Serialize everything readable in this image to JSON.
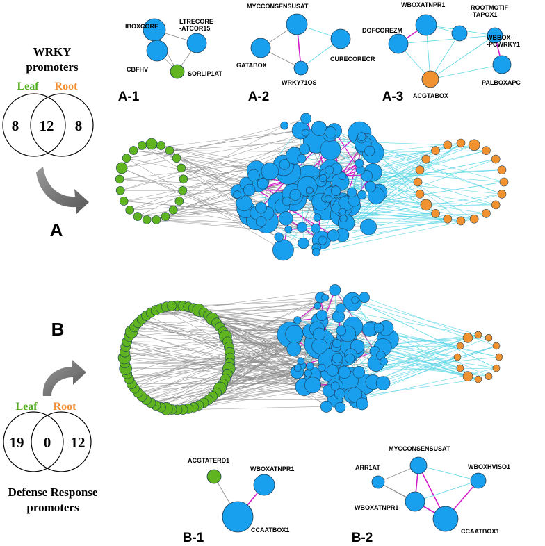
{
  "colors": {
    "leaf": "#5fb41f",
    "root": "#f0922f",
    "shared": "#18a0ef",
    "edge_gray": "#8c8c8c",
    "edge_cyan": "#5ad6e6",
    "edge_magenta": "#d21ac8",
    "leaf_text": "#4fae1d",
    "root_text": "#f28c2e"
  },
  "venn_wrky": {
    "title_line1": "WRKY",
    "title_line2": "promoters",
    "leaf_label": "Leaf",
    "root_label": "Root",
    "leaf_only": "8",
    "both": "12",
    "root_only": "8"
  },
  "venn_defense": {
    "title_line1": "Defense Response",
    "title_line2": "promoters",
    "leaf_label": "Leaf",
    "root_label": "Root",
    "leaf_only": "19",
    "both": "0",
    "root_only": "12"
  },
  "panel_labels": {
    "a": "A",
    "b": "B",
    "a1": "A-1",
    "a2": "A-2",
    "a3": "A-3",
    "b1": "B-1",
    "b2": "B-2"
  },
  "networks": {
    "A": {
      "leaf_nodes": 21,
      "root_nodes": 20
    },
    "B": {
      "leaf_nodes": 60,
      "root_nodes": 12
    }
  },
  "subnetworks": {
    "a1": {
      "nodes": [
        {
          "id": "IBOXCORE",
          "label": "IBOXCORE",
          "group": "shared"
        },
        {
          "id": "LTRECORE",
          "label": "LTRECORE-\n-ATCOR15",
          "group": "shared"
        },
        {
          "id": "CBFHV",
          "label": "CBFHV",
          "group": "shared"
        },
        {
          "id": "SORLIP1AT",
          "label": "SORLIP1AT",
          "group": "leaf"
        }
      ],
      "edges": [
        [
          "IBOXCORE",
          "LTRECORE",
          "gray"
        ],
        [
          "IBOXCORE",
          "CBFHV",
          "gray"
        ],
        [
          "IBOXCORE",
          "SORLIP1AT",
          "gray"
        ],
        [
          "LTRECORE",
          "SORLIP1AT",
          "gray"
        ],
        [
          "CBFHV",
          "SORLIP1AT",
          "gray"
        ]
      ]
    },
    "a2": {
      "nodes": [
        {
          "id": "MYCCONSENSUSAT",
          "label": "MYCCONSENSUSAT",
          "group": "shared"
        },
        {
          "id": "CURECORECR",
          "label": "CURECORECR",
          "group": "shared"
        },
        {
          "id": "GATABOX",
          "label": "GATABOX",
          "group": "shared"
        },
        {
          "id": "WRKY71OS",
          "label": "WRKY71OS",
          "group": "shared"
        }
      ],
      "edges": [
        [
          "MYCCONSENSUSAT",
          "GATABOX",
          "gray"
        ],
        [
          "MYCCONSENSUSAT",
          "CURECORECR",
          "cyan"
        ],
        [
          "MYCCONSENSUSAT",
          "WRKY71OS",
          "magenta"
        ],
        [
          "GATABOX",
          "WRKY71OS",
          "gray"
        ],
        [
          "CURECORECR",
          "WRKY71OS",
          "cyan"
        ]
      ]
    },
    "a3": {
      "nodes": [
        {
          "id": "WBOXATNPR1",
          "label": "WBOXATNPR1",
          "group": "shared"
        },
        {
          "id": "ROOTMOTIF",
          "label": "ROOTMOTIF-\n-TAPOX1",
          "group": "shared"
        },
        {
          "id": "DOFCOREZM",
          "label": "DOFCOREZM",
          "group": "shared"
        },
        {
          "id": "WBBOX",
          "label": "WBBOX-\n-PCWRKY1",
          "group": "shared"
        },
        {
          "id": "PALBOXAPC",
          "label": "PALBOXAPC",
          "group": "shared"
        },
        {
          "id": "ACGTABOX",
          "label": "ACGTABOX",
          "group": "root"
        }
      ],
      "edges": [
        [
          "WBOXATNPR1",
          "DOFCOREZM",
          "magenta"
        ],
        [
          "WBOXATNPR1",
          "ROOTMOTIF",
          "cyan"
        ],
        [
          "WBOXATNPR1",
          "WBBOX",
          "cyan"
        ],
        [
          "WBOXATNPR1",
          "ACGTABOX",
          "cyan"
        ],
        [
          "DOFCOREZM",
          "ACGTABOX",
          "cyan"
        ],
        [
          "ROOTMOTIF",
          "ACGTABOX",
          "cyan"
        ],
        [
          "WBBOX",
          "ACGTABOX",
          "cyan"
        ],
        [
          "WBBOX",
          "PALBOXAPC",
          "magenta"
        ],
        [
          "PALBOXAPC",
          "ACGTABOX",
          "cyan"
        ],
        [
          "WBBOX",
          "DOFCOREZM",
          "cyan"
        ]
      ]
    },
    "b1": {
      "nodes": [
        {
          "id": "ACGTATERD1",
          "label": "ACGTATERD1",
          "group": "leaf"
        },
        {
          "id": "WBOXATNPR1",
          "label": "WBOXATNPR1",
          "group": "shared"
        },
        {
          "id": "CCAATBOX1",
          "label": "CCAATBOX1",
          "group": "shared"
        }
      ],
      "edges": [
        [
          "ACGTATERD1",
          "CCAATBOX1",
          "gray"
        ],
        [
          "WBOXATNPR1",
          "CCAATBOX1",
          "magenta"
        ]
      ]
    },
    "b2": {
      "nodes": [
        {
          "id": "MYCCONSENSUSAT",
          "label": "MYCCONSENSUSAT",
          "group": "shared"
        },
        {
          "id": "ARR1AT",
          "label": "ARR1AT",
          "group": "shared"
        },
        {
          "id": "WBOXHVISO1",
          "label": "WBOXHVISO1",
          "group": "shared"
        },
        {
          "id": "WBOXATNPR1",
          "label": "WBOXATNPR1",
          "group": "shared"
        },
        {
          "id": "CCAATBOX1",
          "label": "CCAATBOX1",
          "group": "shared"
        }
      ],
      "edges": [
        [
          "ARR1AT",
          "MYCCONSENSUSAT",
          "gray"
        ],
        [
          "ARR1AT",
          "WBOXATNPR1",
          "gray"
        ],
        [
          "ARR1AT",
          "CCAATBOX1",
          "gray"
        ],
        [
          "MYCCONSENSUSAT",
          "WBOXATNPR1",
          "magenta"
        ],
        [
          "MYCCONSENSUSAT",
          "CCAATBOX1",
          "magenta"
        ],
        [
          "MYCCONSENSUSAT",
          "WBOXHVISO1",
          "cyan"
        ],
        [
          "WBOXHVISO1",
          "WBOXATNPR1",
          "cyan"
        ],
        [
          "WBOXHVISO1",
          "CCAATBOX1",
          "magenta"
        ],
        [
          "WBOXATNPR1",
          "CCAATBOX1",
          "magenta"
        ]
      ]
    }
  }
}
